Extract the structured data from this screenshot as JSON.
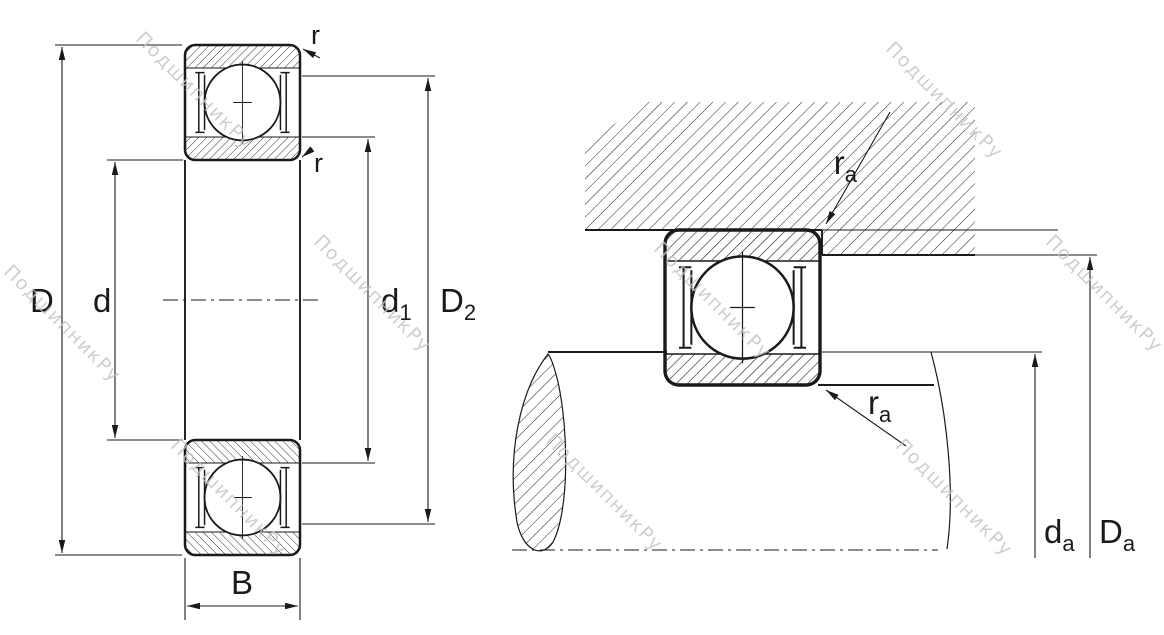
{
  "watermark": {
    "text": "ПодшипникРу"
  },
  "left_view": {
    "dims": {
      "D": "D",
      "d": "d",
      "d1": {
        "base": "d",
        "sub": "1"
      },
      "D2": {
        "base": "D",
        "sub": "2"
      },
      "B": "B",
      "r_outer": "r",
      "r_inner": "r"
    }
  },
  "right_view": {
    "dims": {
      "ra_top": {
        "base": "r",
        "sub": "a"
      },
      "ra_bottom": {
        "base": "r",
        "sub": "a"
      },
      "da": {
        "base": "d",
        "sub": "a"
      },
      "Da": {
        "base": "D",
        "sub": "a"
      }
    }
  },
  "colors": {
    "ink": "#1a1a1a",
    "watermark": "#c4c4c4"
  }
}
